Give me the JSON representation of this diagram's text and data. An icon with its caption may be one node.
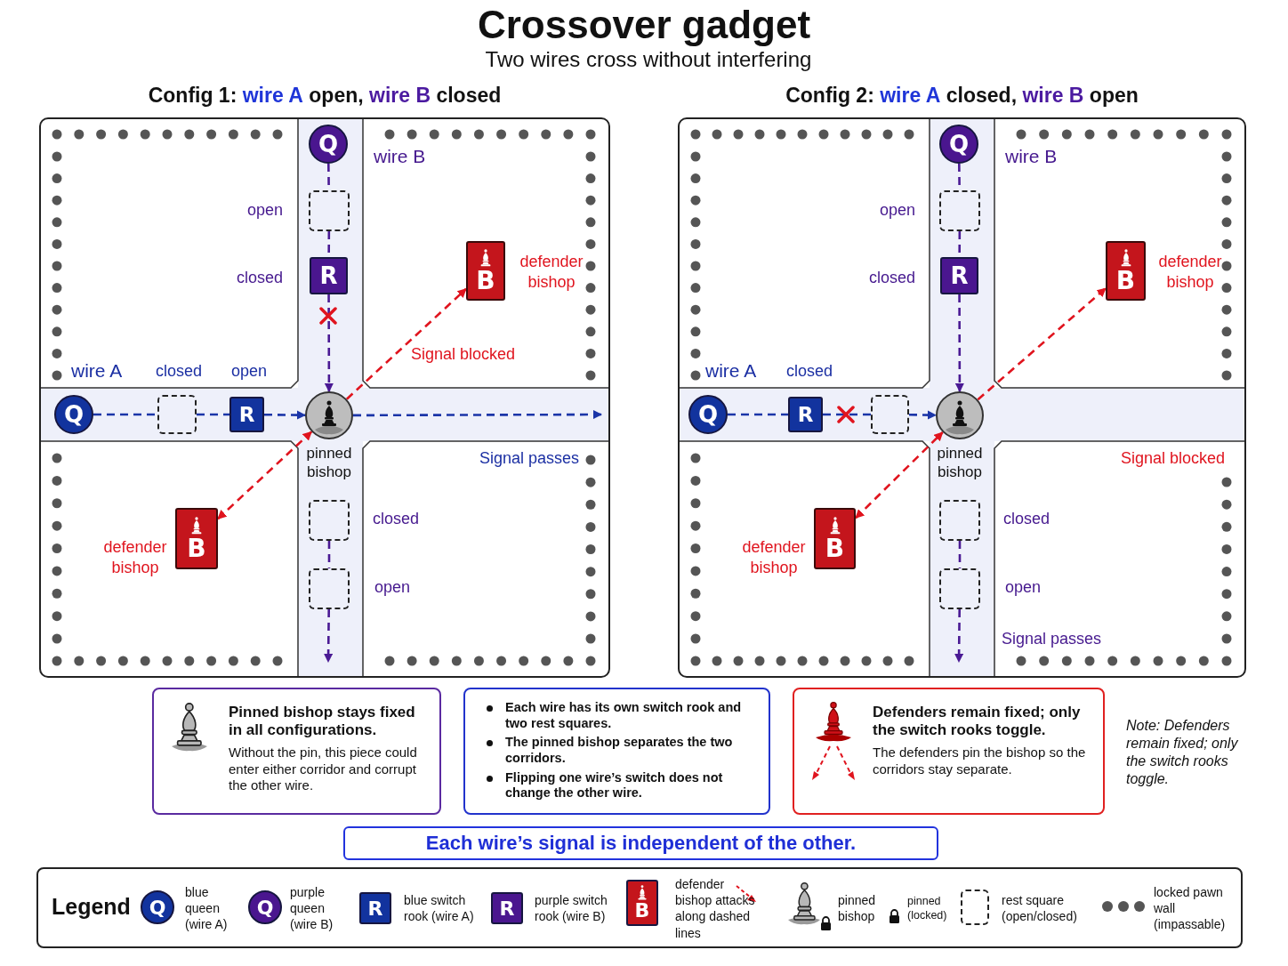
{
  "diagram": {
    "title": "Crossover gadget",
    "nodes": [
      {
        "text": [
          "Config 1: **wire A** open, **wire B** closed"
        ]
      },
      {
        "text": [
          "Q"
        ],
        "in": 0
      },
      {
        "text": [],
        "shape": "box",
        "in": 0
      },
      {
        "text": [
          "R"
        ],
        "in": 0
      },
      {
        "text": [
          "B"
        ],
        "beside": [
          "defender bishop"
        ],
        "in": 0
      },
      {
        "text": [
          "Q"
        ],
        "in": 0
      },
      {
        "text": [],
        "shape": "box",
        "in": 0
      },
      {
        "text": [
          "R"
        ],
        "in": 0
      },
      {
        "text": [
          "pinned bishop"
        ],
        "in": 0
      },
      {
        "text": [
          "B"
        ],
        "beside": [
          "defender bishop"
        ],
        "in": 0
      },
      {
        "text": [],
        "shape": "box",
        "in": 0
      },
      {
        "text": [],
        "shape": "box",
        "in": 0
      },
      {
        "text": [
          "Config 2: **wire A** closed, **wire B** open"
        ]
      },
      {
        "text": [
          "Q"
        ],
        "in": 12
      },
      {
        "text": [],
        "shape": "box",
        "in": 12
      },
      {
        "text": [
          "R"
        ],
        "in": 12
      },
      {
        "text": [
          "B"
        ],
        "beside": [
          "defender bishop"
        ],
        "in": 12
      },
      {
        "text": [
          "Q"
        ],
        "in": 12
      },
      {
        "text": [
          "R"
        ],
        "in": 12
      },
      {
        "text": [],
        "shape": "box",
        "in": 12
      },
      {
        "text": [
          "pinned bishop"
        ],
        "in": 12
      },
      {
        "text": [
          "B"
        ],
        "beside": [
          "defender bishop"
        ],
        "in": 12
      },
      {
        "text": [],
        "shape": "box",
        "in": 12
      },
      {
        "text": [],
        "shape": "box",
        "in": 12
      },
      {
        "text": [
          "Pinned bishop stays fixed in all configurations.",
          "Without the pin, this piece could enter either corridor and corrupt the other wire."
        ]
      },
      {
        "text": [
          "Each wire has its own switch rook and two rest squares.",
          "The pinned bishop separates the two corridors.",
          "Flipping one wire’s switch does not change the other wire."
        ]
      },
      {
        "text": [
          "Defenders remain fixed; only the switch rooks toggle.",
          "The defenders pin the bishop so the corridors stay separate."
        ]
      },
      {
        "text": [
          "Each wire’s signal is independent of the other."
        ]
      }
    ],
    "edges": [
      {
        "from": 5,
        "to": 6,
        "arrow": "none",
        "style": "dashed",
        "color": "#1b35a8"
      },
      {
        "from": 6,
        "to": 7,
        "arrow": "none",
        "style": "dashed",
        "color": "#1b35a8"
      },
      {
        "from": 7,
        "to": 8,
        "arrow": "to",
        "style": "dashed",
        "color": "#1b35a8"
      },
      {
        "from": 8,
        "to": null,
        "arrow": "to",
        "style": "dashed",
        "color": "#1b35a8"
      },
      {
        "from": 1,
        "to": 2,
        "arrow": "none",
        "style": "dashed",
        "color": "#4a1a94"
      },
      {
        "from": 2,
        "to": 3,
        "arrow": "none",
        "style": "dashed",
        "color": "#4a1a94"
      },
      {
        "from": 3,
        "to": 8,
        "arrow": "to",
        "style": "dashed",
        "color": "#4a1a94"
      },
      {
        "from": 10,
        "to": 11,
        "arrow": "none",
        "style": "dashed",
        "color": "#4a1a94"
      },
      {
        "from": 11,
        "to": null,
        "arrow": "to",
        "style": "dashed",
        "color": "#4a1a94"
      },
      {
        "from": 8,
        "to": 4,
        "arrow": "to",
        "style": "dashed",
        "color": "#e0141e"
      },
      {
        "from": 9,
        "to": 8,
        "arrow": "both",
        "style": "dashed",
        "color": "#e0141e"
      },
      {
        "from": 17,
        "to": 18,
        "arrow": "none",
        "style": "dashed",
        "color": "#1b35a8"
      },
      {
        "from": 18,
        "to": 19,
        "arrow": "none",
        "style": "dashed",
        "color": "#1b35a8"
      },
      {
        "from": 19,
        "to": 20,
        "arrow": "to",
        "style": "dashed",
        "color": "#1b35a8"
      },
      {
        "from": 13,
        "to": 14,
        "arrow": "none",
        "style": "dashed",
        "color": "#4a1a94"
      },
      {
        "from": 14,
        "to": 15,
        "arrow": "none",
        "style": "dashed",
        "color": "#4a1a94"
      },
      {
        "from": 15,
        "to": 20,
        "arrow": "to",
        "style": "dashed",
        "color": "#4a1a94"
      },
      {
        "from": 22,
        "to": 23,
        "arrow": "none",
        "style": "dashed",
        "color": "#4a1a94"
      },
      {
        "from": 23,
        "to": null,
        "arrow": "to",
        "style": "dashed",
        "color": "#4a1a94"
      },
      {
        "from": 20,
        "to": 16,
        "arrow": "to",
        "style": "dashed",
        "color": "#e0141e"
      },
      {
        "from": 21,
        "to": 20,
        "arrow": "both",
        "style": "dashed",
        "color": "#e0141e"
      }
    ],
    "labels": [
      "Two wires cross without interfering",
      "wire B",
      "open",
      "closed",
      "Signal blocked",
      "wire A",
      "closed",
      "open",
      "Signal passes",
      "closed",
      "open",
      "wire B",
      "open",
      "closed",
      "wire A",
      "closed",
      "Signal blocked",
      "closed",
      "open",
      "Signal passes",
      "Note: Defenders remain fixed; only the switch rooks toggle.",
      "Legend",
      "Q",
      "Q",
      "R",
      "R",
      "B"
    ],
    "legend": [
      {
        "text": "blue queen (wire A)",
        "color": "#12339e"
      },
      {
        "text": "purple queen (wire B)",
        "color": "#4a168f"
      },
      {
        "text": "blue switch rook (wire A)",
        "color": "#12339e"
      },
      {
        "text": "purple switch rook (wire B)",
        "color": "#4a168f"
      },
      {
        "text": "defender bishop attacks along dashed lines",
        "color": "#c4151c"
      },
      {
        "text": "pinned bishop"
      },
      {
        "text": "pinned (locked)"
      },
      {
        "text": "rest square (open/closed)"
      },
      {
        "text": "locked pawn wall (impassable)"
      }
    ]
  }
}
